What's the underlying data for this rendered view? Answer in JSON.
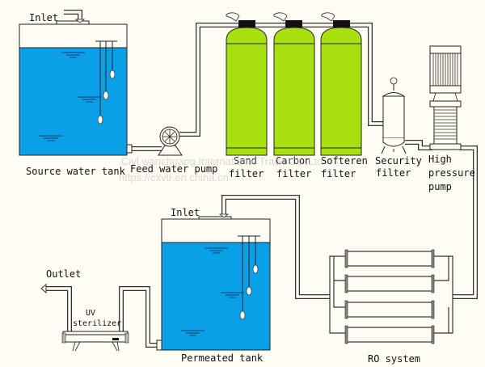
{
  "diagram": {
    "title": "RO water treatment process flow",
    "colors": {
      "background": "#fffdf4",
      "water": "#0aa0e8",
      "filter_vessel": "#a8e010",
      "line": "#222222"
    },
    "labels": {
      "source_inlet": "Inlet",
      "source_tank": "Source water tank",
      "feed_pump": "Feed water pump",
      "sand_filter": [
        "Sand",
        "filter"
      ],
      "carbon_filter": [
        "Carbon",
        "filter"
      ],
      "softener_filter": [
        "Softeren",
        "filter"
      ],
      "security_filter": [
        "Security",
        "filter"
      ],
      "high_pressure_pump": [
        "High",
        "pressure",
        "pump"
      ],
      "permeated_inlet": "Inlet",
      "permeated_tank": "Permeated tank",
      "ro_system": "RO system",
      "outlet": "Outlet",
      "uv_sterilizer": [
        "UV",
        "sterilizer"
      ]
    },
    "watermark": {
      "line1": "Civl wanchuang International Trade Co.,Ltd",
      "line2": "https://cxvtr.en.china.cn"
    },
    "flow_order": [
      "Source water tank",
      "Feed water pump",
      "Sand filter",
      "Carbon filter",
      "Softeren filter",
      "Security filter",
      "High pressure pump",
      "RO system",
      "Permeated tank",
      "UV sterilizer",
      "Outlet"
    ]
  }
}
